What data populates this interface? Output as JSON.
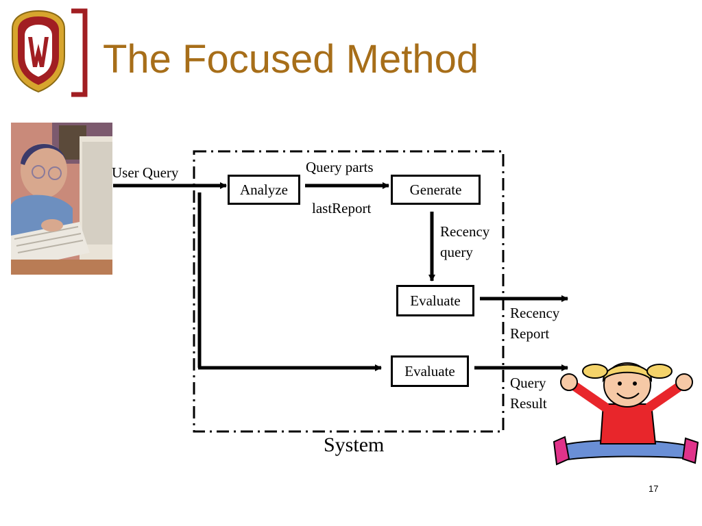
{
  "slide": {
    "title": "The Focused Method",
    "page_number": "17"
  },
  "diagram": {
    "nodes": {
      "analyze": "Analyze",
      "generate": "Generate",
      "evaluate_recency": "Evaluate",
      "evaluate_query": "Evaluate"
    },
    "labels": {
      "user_query": "User Query",
      "query_parts": "Query parts",
      "last_report": "lastReport",
      "recency_query_1": "Recency",
      "recency_query_2": "query",
      "recency_report_1": "Recency",
      "recency_report_2": "Report",
      "query_result_1": "Query",
      "query_result_2": "Result",
      "system": "System"
    }
  },
  "colors": {
    "title": "#A76E19",
    "brand_red": "#A11E22",
    "crest_gold": "#D7A52E"
  }
}
